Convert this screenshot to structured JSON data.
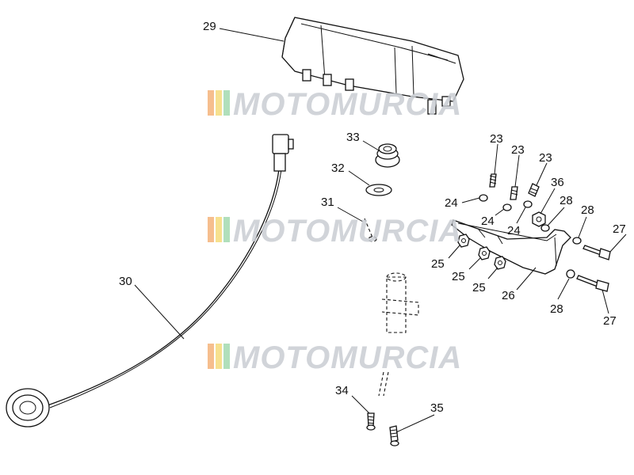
{
  "watermark": {
    "text": "MOTOMURCIA",
    "colors": [
      "#f2a35e",
      "#f4d35e",
      "#8fd19e",
      "#c9cdd3"
    ]
  },
  "callouts": {
    "c29": "29",
    "c33": "33",
    "c32": "32",
    "c31": "31",
    "c30": "30",
    "c23a": "23",
    "c23b": "23",
    "c23c": "23",
    "c24a": "24",
    "c24b": "24",
    "c24c": "24",
    "c36": "36",
    "c28a": "28",
    "c28b": "28",
    "c28c": "28",
    "c27a": "27",
    "c27b": "27",
    "c25a": "25",
    "c25b": "25",
    "c25c": "25",
    "c26": "26",
    "c34": "34",
    "c35": "35"
  }
}
